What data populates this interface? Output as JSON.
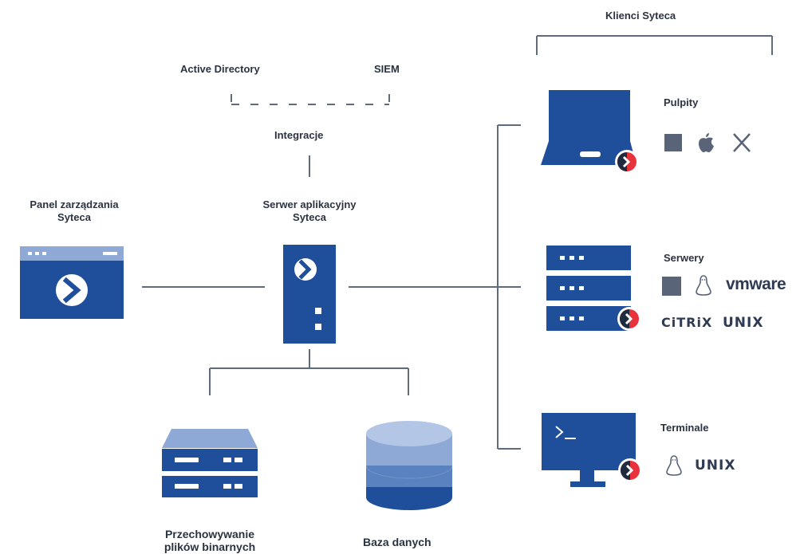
{
  "top": {
    "active_directory": "Active Directory",
    "siem": "SIEM",
    "integrations": "Integracje"
  },
  "panel": {
    "title_line1": "Panel zarządzania",
    "title_line2": "Syteca"
  },
  "app_server": {
    "title_line1": "Serwer aplikacyjny",
    "title_line2": "Syteca"
  },
  "storage": {
    "title_line1": "Przechowywanie",
    "title_line2": "plików binarnych"
  },
  "database": {
    "title": "Baza danych"
  },
  "clients": {
    "title": "Klienci Syteca",
    "desktops": {
      "label": "Pulpity",
      "os": [
        "windows-icon",
        "apple-icon",
        "x-icon"
      ]
    },
    "servers": {
      "label": "Serwery",
      "vmware": "vmware",
      "citrix": "CiTRiX",
      "unix": "UNIX"
    },
    "terminals": {
      "label": "Terminale",
      "unix": "UNIX",
      "prompt": ">_"
    }
  },
  "colors": {
    "primary": "#1f4f9a",
    "light_blue": "#8ea9d6",
    "mid_blue": "#5b82c0",
    "badge_red": "#e8333d",
    "badge_dark": "#1f2b3e",
    "line": "#5f6b7d",
    "os_gray": "#5a6478"
  }
}
